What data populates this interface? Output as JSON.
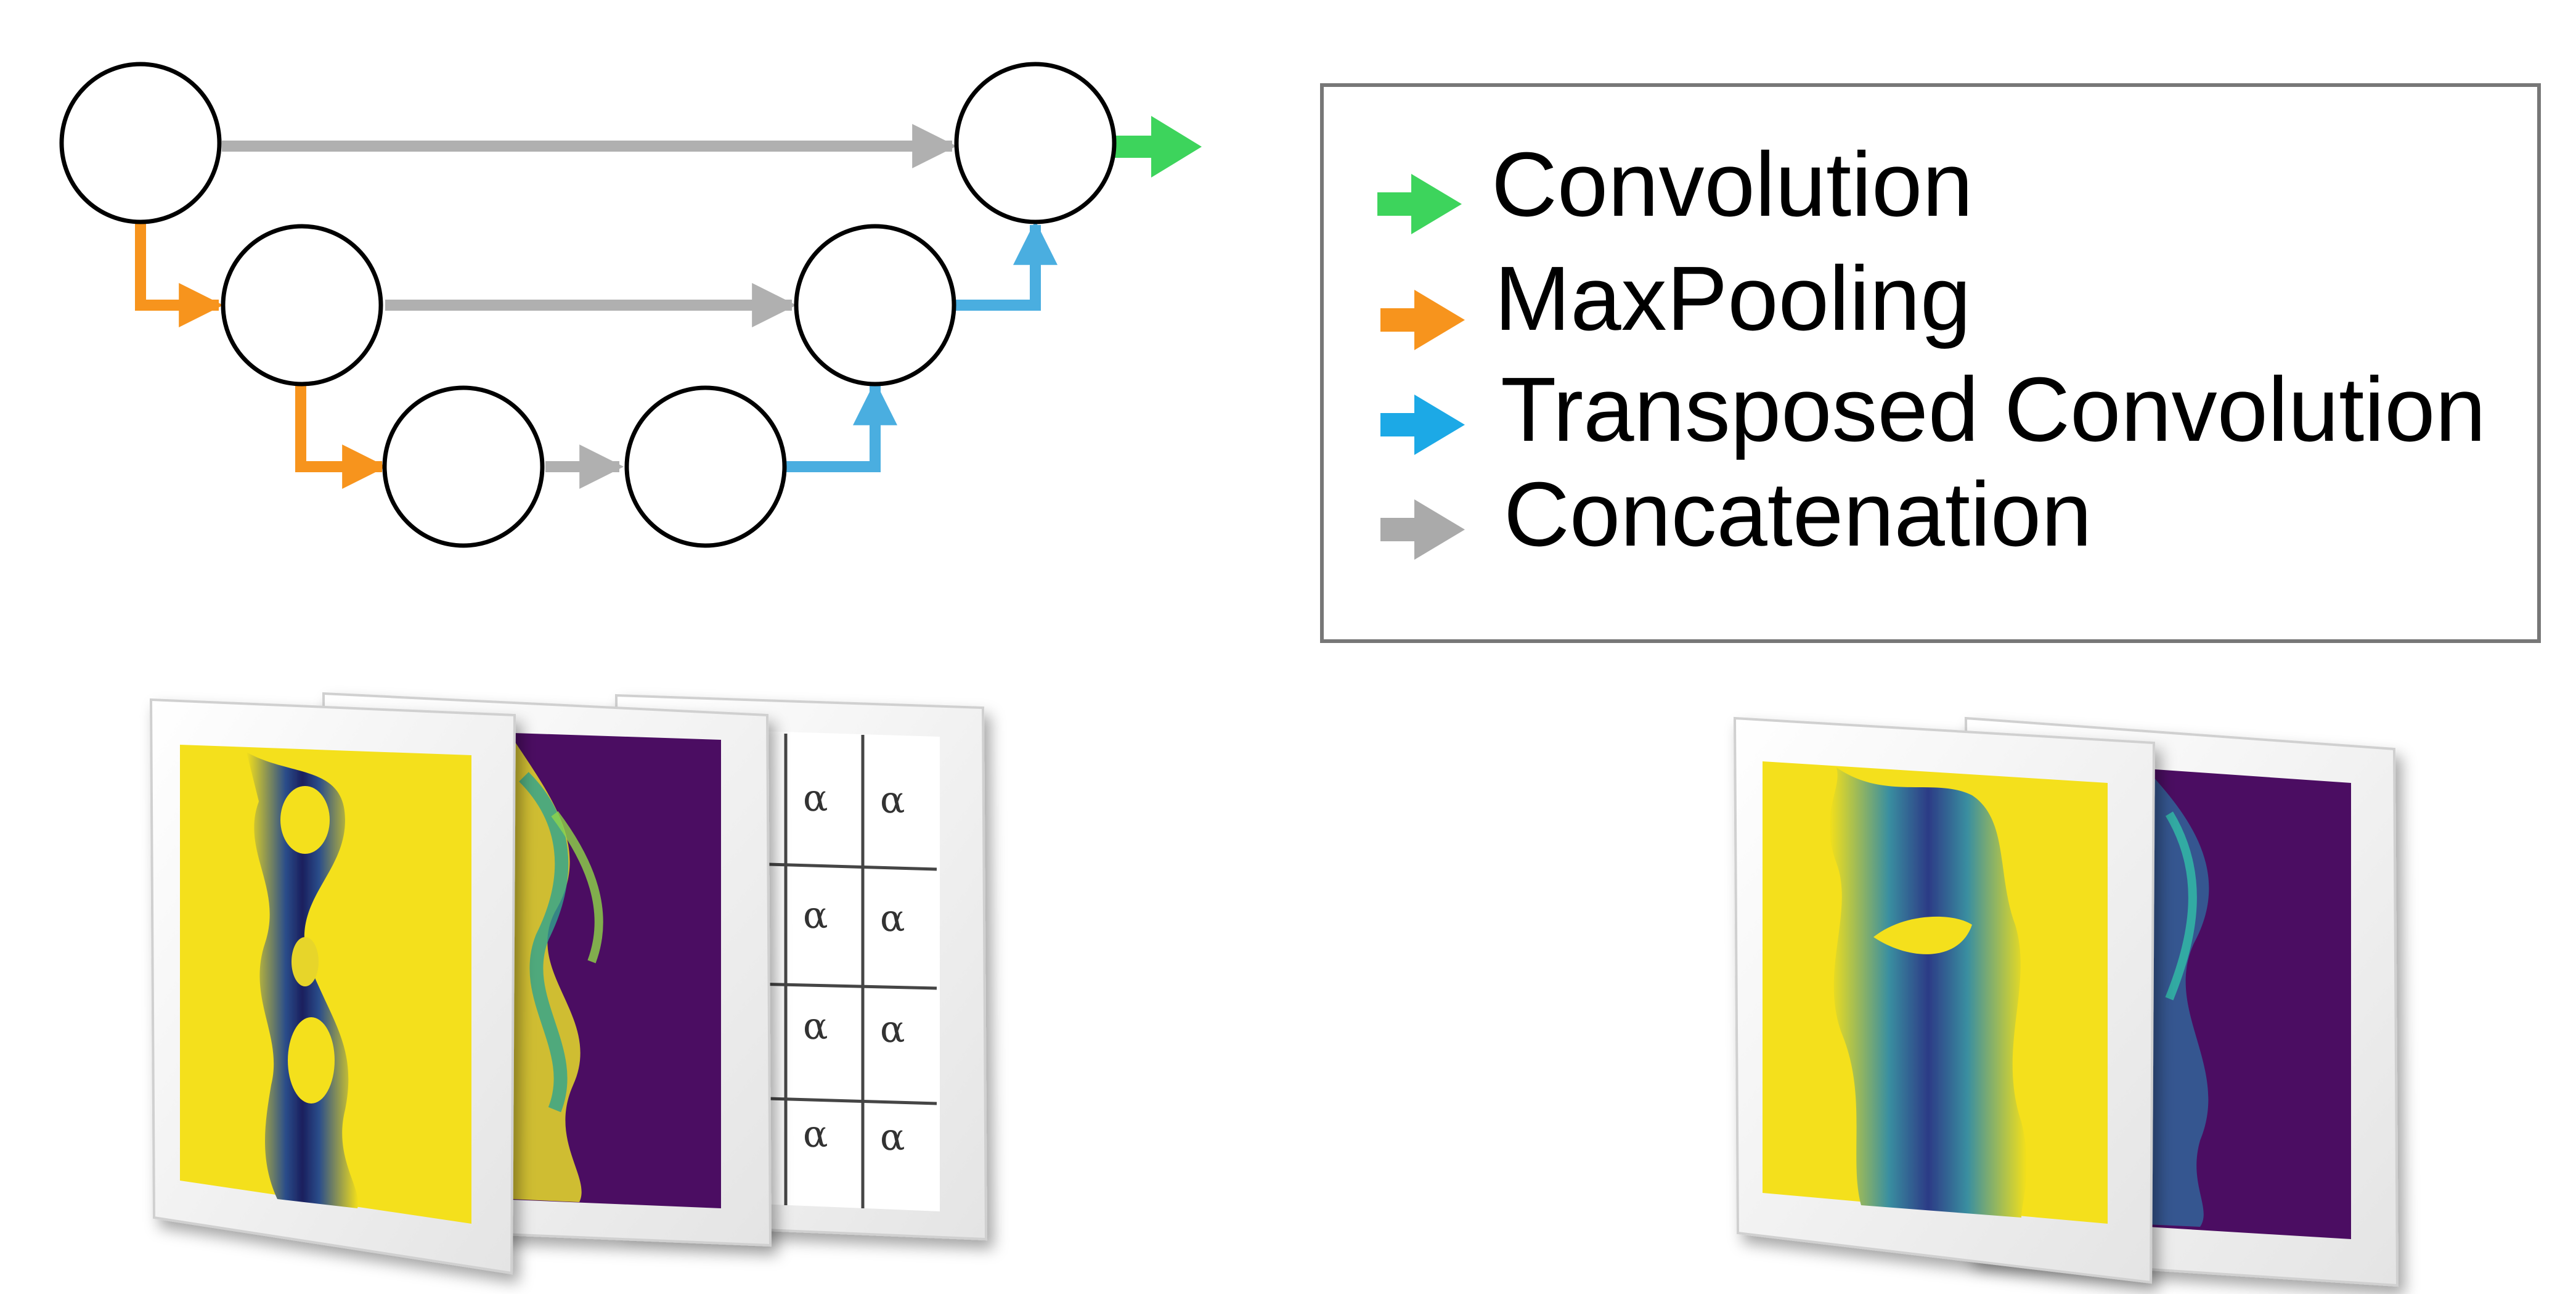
{
  "legend": {
    "items": [
      {
        "label": "Convolution",
        "color": "#3dd45c"
      },
      {
        "label": "MaxPooling",
        "color": "#f7941d"
      },
      {
        "label": "Transposed Convolution",
        "color": "#1ca9e6"
      },
      {
        "label": "Concatenation",
        "color": "#aaaaaa"
      }
    ]
  },
  "arrow_colors": {
    "convolution": "#3dd45c",
    "maxpooling": "#f7941d",
    "transposed": "#4aaee0",
    "concatenation": "#b0b0b0"
  },
  "alpha_symbol": "α",
  "field_colors": {
    "yellow": "#f4e01a",
    "purple": "#4c0f62",
    "dark_blue": "#2a1f70"
  }
}
